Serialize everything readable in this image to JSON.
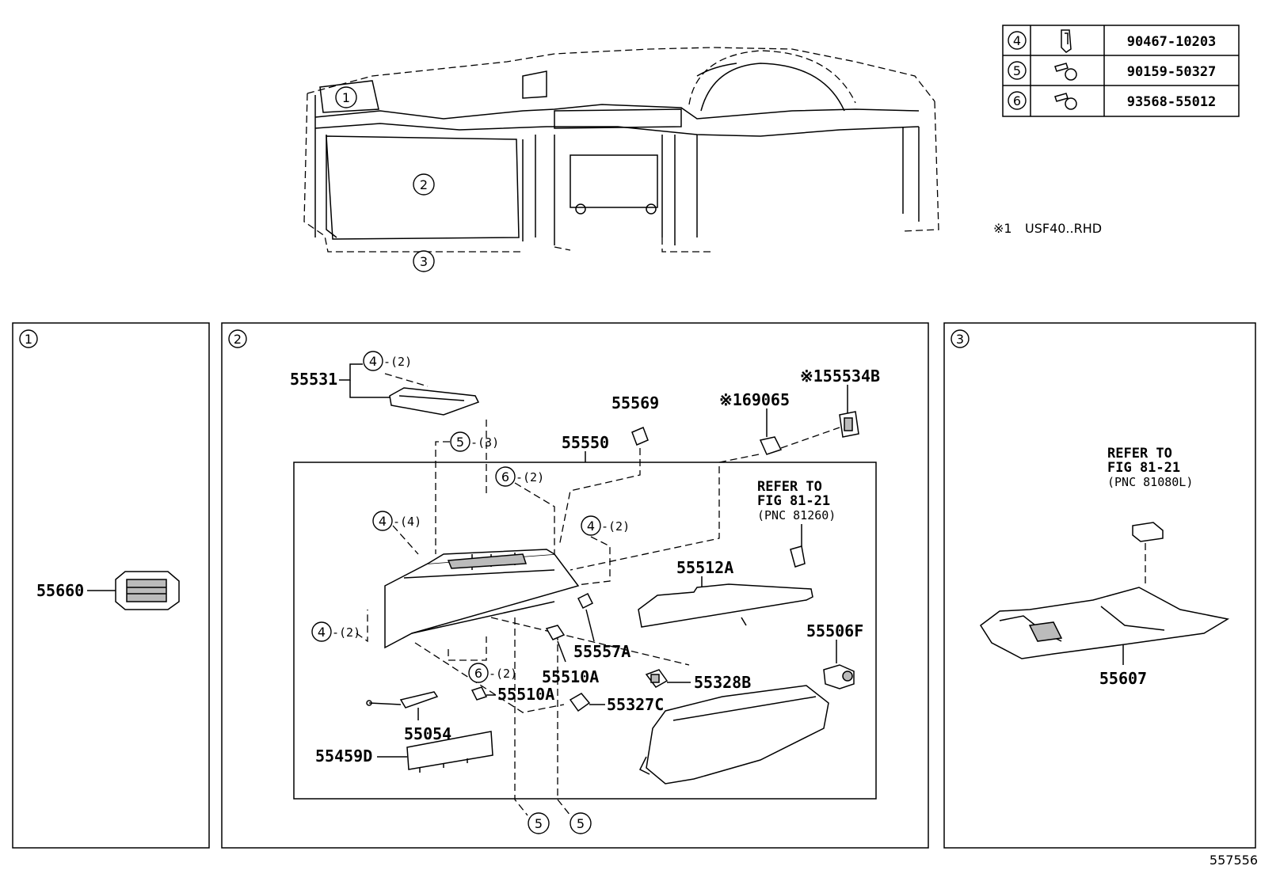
{
  "diagram_id": "557556",
  "note": {
    "mark": "※1",
    "text": "USF40..RHD"
  },
  "fastener_table": [
    {
      "ref": "4",
      "icon": "clip-icon",
      "part": "90467-10203"
    },
    {
      "ref": "5",
      "icon": "screw-icon",
      "part": "90159-50327"
    },
    {
      "ref": "6",
      "icon": "bolt-icon",
      "part": "93568-55012"
    }
  ],
  "overview_callouts": [
    "1",
    "2",
    "3"
  ],
  "panels": {
    "p1": {
      "num": "1",
      "parts": {
        "vent": "55660"
      }
    },
    "p2": {
      "num": "2",
      "parts": {
        "p55531": "55531",
        "p55569": "55569",
        "p69065": "※169065",
        "p55534b": "※155534B",
        "p55550": "55550",
        "p55512a": "55512A",
        "p55557a": "55557A",
        "p55506f": "55506F",
        "p55510a_1": "55510A",
        "p55510a_2": "55510A",
        "p55328b": "55328B",
        "p55327c": "55327C",
        "p55054": "55054",
        "p55459d": "55459D"
      },
      "refer": {
        "l1": "REFER TO",
        "l2": "FIG 81-21",
        "l3": "(PNC 81260)"
      },
      "callouts": [
        {
          "num": "4",
          "qty": "-(2)"
        },
        {
          "num": "5",
          "qty": "-(3)"
        },
        {
          "num": "6",
          "qty": "-(2)"
        },
        {
          "num": "4",
          "qty": "-(4)"
        },
        {
          "num": "4",
          "qty": "-(2)"
        },
        {
          "num": "4",
          "qty": "-(2)"
        },
        {
          "num": "6",
          "qty": "-(2)"
        },
        {
          "num": "5",
          "qty": ""
        },
        {
          "num": "5",
          "qty": ""
        }
      ]
    },
    "p3": {
      "num": "3",
      "parts": {
        "lower": "55607"
      },
      "refer": {
        "l1": "REFER TO",
        "l2": "FIG 81-21",
        "l3": "(PNC 81080L)"
      }
    }
  }
}
